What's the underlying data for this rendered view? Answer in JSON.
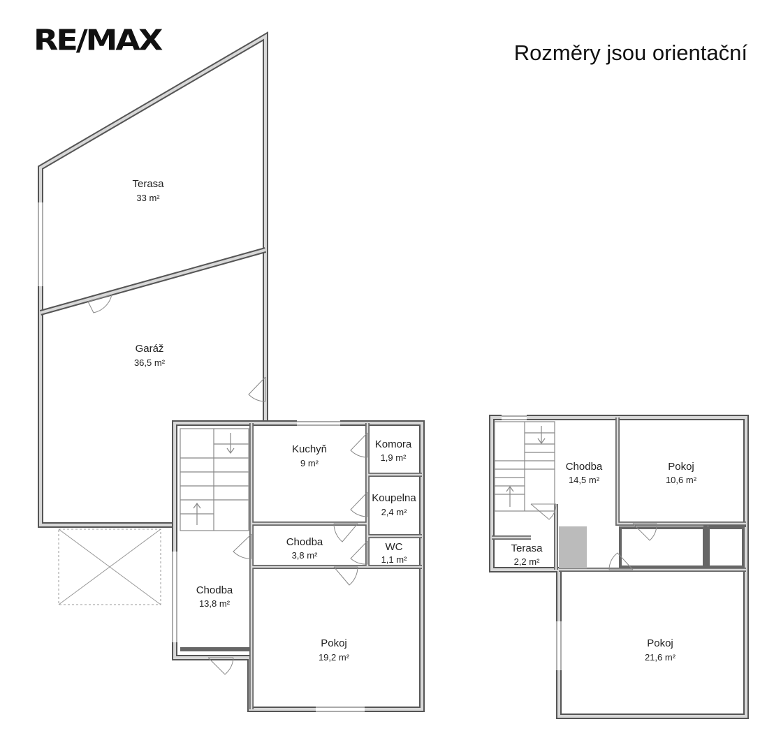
{
  "logo": "RE/MAX",
  "disclaimer": "Rozměry jsou orientační",
  "floor1": {
    "rooms": [
      {
        "name": "Terasa",
        "area": "33 m²"
      },
      {
        "name": "Garáž",
        "area": "36,5 m²"
      },
      {
        "name": "Kuchyň",
        "area": "9 m²"
      },
      {
        "name": "Komora",
        "area": "1,9 m²"
      },
      {
        "name": "Koupelna",
        "area": "2,4 m²"
      },
      {
        "name": "Chodba",
        "area": "3,8 m²"
      },
      {
        "name": "WC",
        "area": "1,1 m²"
      },
      {
        "name": "Chodba",
        "area": "13,8 m²"
      },
      {
        "name": "Pokoj",
        "area": "19,2 m²"
      }
    ]
  },
  "floor2": {
    "rooms": [
      {
        "name": "Chodba",
        "area": "14,5 m²"
      },
      {
        "name": "Pokoj",
        "area": "10,6 m²"
      },
      {
        "name": "Terasa",
        "area": "2,2 m²"
      },
      {
        "name": "Pokoj",
        "area": "21,6 m²"
      }
    ]
  }
}
